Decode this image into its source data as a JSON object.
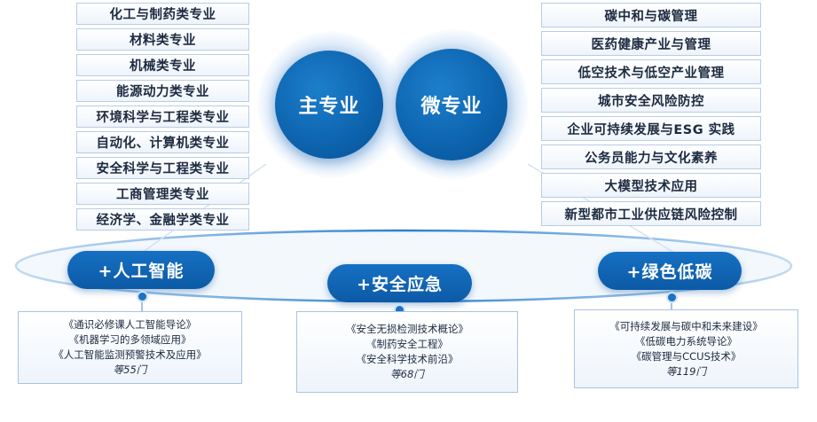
{
  "main_majors": [
    "化工与制药类专业",
    "材料类专业",
    "机械类专业",
    "能源动力类专业",
    "环境科学与工程类专业",
    "自动化、计算机类专业",
    "安全科学与工程类专业",
    "工商管理类专业",
    "经济学、金融学类专业"
  ],
  "micro_majors": [
    "碳中和与碳管理",
    "医药健康产业与管理",
    "低空技术与低空产业管理",
    "城市安全风险防控",
    "企业可持续发展与ESG 实践",
    "公务员能力与文化素养",
    "大模型技术应用",
    "新型都市工业供应链风险控制"
  ],
  "circles": {
    "main": "主专业",
    "micro": "微专业"
  },
  "themes": [
    {
      "label": "+人工智能",
      "courses": [
        "《通识必修课人工智能导论》",
        "《机器学习的多领域应用》",
        "《人工智能监测预警技术及应用》"
      ],
      "count": "等55门"
    },
    {
      "label": "+安全应急",
      "courses": [
        "《安全无损检测技术概论》",
        "《制药安全工程》",
        "《安全科学技术前沿》"
      ],
      "count": "等68门"
    },
    {
      "label": "+绿色低碳",
      "courses": [
        "《可持续发展与碳中和未来建设》",
        "《低碳电力系统导论》",
        "《碳管理与CCUS技术》"
      ],
      "count": "等119门"
    }
  ],
  "colors": {
    "primary": "#0b5ea8",
    "border": "#b9cde3",
    "text": "#1d2a40"
  }
}
